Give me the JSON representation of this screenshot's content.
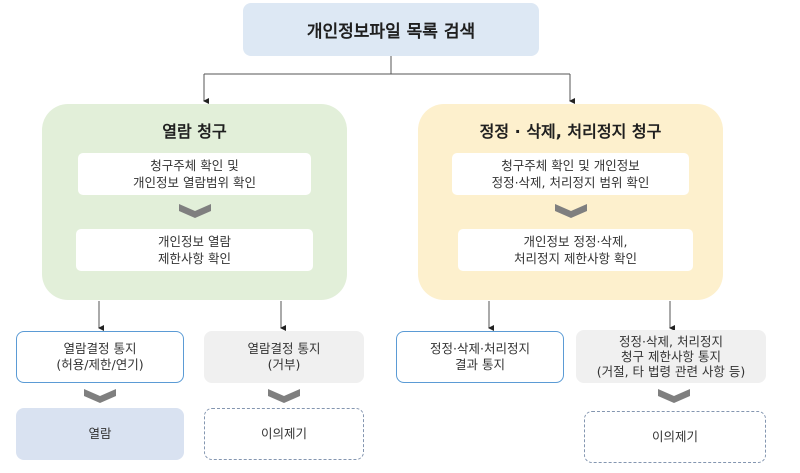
{
  "title": "개인정보파일 목록 검색",
  "left_panel": {
    "title": "열람 청구",
    "steps": [
      "청구주체 확인 및\n개인정보 열람범위 확인",
      "개인정보 열람\n제한사항 확인"
    ],
    "outcomes": [
      {
        "label": "열람결정 통지\n(허용/제한/연기)",
        "style": "outline",
        "next": "열람",
        "next_style": "filled"
      },
      {
        "label": "열람결정 통지\n(거부)",
        "style": "gray",
        "next": "이의제기",
        "next_style": "dashed"
      }
    ]
  },
  "right_panel": {
    "title": "정정 · 삭제, 처리정지 청구",
    "steps": [
      "청구주체 확인 및 개인정보\n정정·삭제, 처리정지 범위 확인",
      "개인정보 정정·삭제,\n처리정지 제한사항 확인"
    ],
    "outcomes": [
      {
        "label": "정정·삭제·처리정지\n결과 통지",
        "style": "outline"
      },
      {
        "label": "정정·삭제, 처리정지\n청구 제한사항 통지\n(거절, 타 법령 관련 사항 등)",
        "style": "gray",
        "next": "이의제기",
        "next_style": "dashed"
      }
    ]
  },
  "colors": {
    "top_box": "#dde8f4",
    "left_panel": "#e2efd9",
    "right_panel": "#fdf0cd",
    "outline_border": "#5b9bd5",
    "gray_box": "#f0f0f0",
    "filled_box": "#d9e2f1",
    "dashed_border": "#8496b0",
    "chevron": "#7f7f7f",
    "connector": "#333333"
  }
}
